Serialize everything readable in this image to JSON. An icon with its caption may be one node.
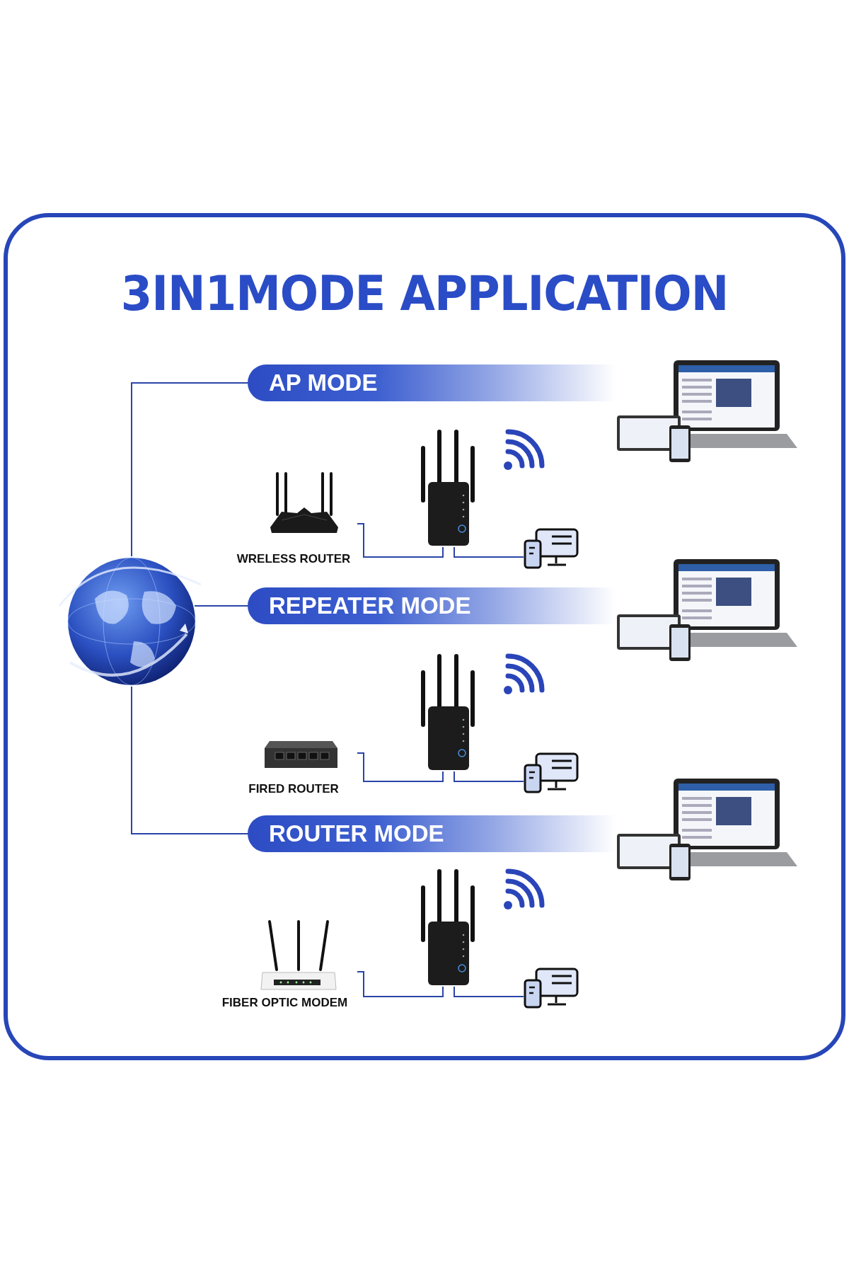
{
  "diagram": {
    "title": "3IN1MODE APPLICATION",
    "nodes": [
      {
        "text": [],
        "shape": "picture"
      },
      {
        "text": [
          "AP MODE"
        ]
      },
      {
        "text": [
          "WRELESS ROUTER"
        ]
      },
      {
        "text": [],
        "shape": "picture"
      },
      {
        "text": [],
        "shape": "computer"
      },
      {
        "text": [
          "REPEATER MODE"
        ]
      },
      {
        "text": [
          "FIRED ROUTER"
        ]
      },
      {
        "text": [],
        "shape": "picture"
      },
      {
        "text": [],
        "shape": "computer"
      },
      {
        "text": [
          "ROUTER MODE"
        ]
      },
      {
        "text": [
          "FIBER OPTIC MODEM"
        ]
      },
      {
        "text": [],
        "shape": "picture"
      },
      {
        "text": [],
        "shape": "computer"
      }
    ],
    "edges": [
      {
        "from": 0,
        "to": 1,
        "arrow": "none"
      },
      {
        "from": 0,
        "to": 5,
        "arrow": "none"
      },
      {
        "from": 0,
        "to": 9,
        "arrow": "none"
      },
      {
        "from": 2,
        "to": 3,
        "arrow": "none"
      },
      {
        "from": 3,
        "to": 4,
        "arrow": "none"
      },
      {
        "from": 6,
        "to": 7,
        "arrow": "none"
      },
      {
        "from": 7,
        "to": 8,
        "arrow": "none"
      },
      {
        "from": 10,
        "to": 11,
        "arrow": "none"
      },
      {
        "from": 11,
        "to": 12,
        "arrow": "none"
      }
    ]
  }
}
